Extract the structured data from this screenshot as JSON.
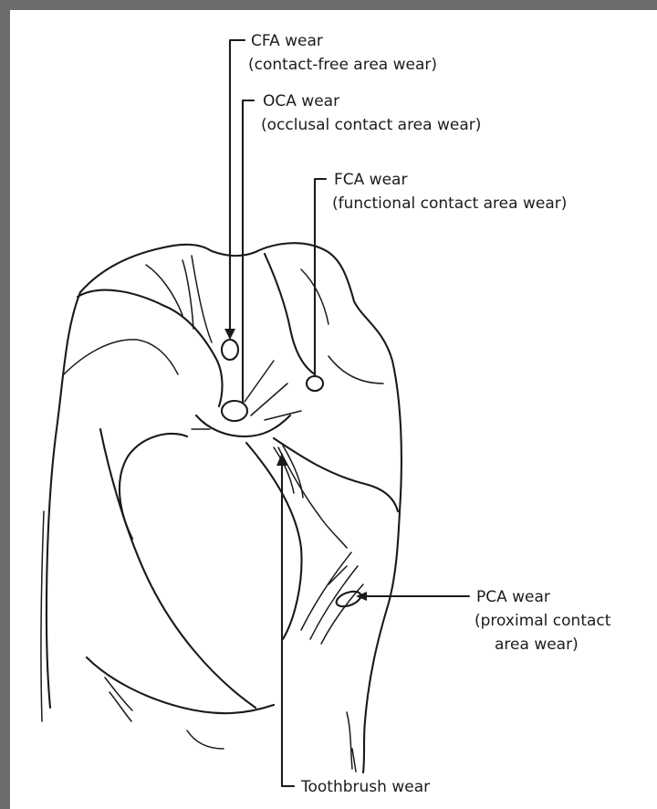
{
  "labels": {
    "cfa": {
      "line1": "CFA wear",
      "line2": "(contact-free area wear)"
    },
    "oca": {
      "line1": "OCA wear",
      "line2": "(occlusal contact area wear)"
    },
    "fca": {
      "line1": "FCA wear",
      "line2": "(functional contact area wear)"
    },
    "pca": {
      "line1": "PCA wear",
      "line2": "(proximal contact",
      "line3": "area wear)"
    },
    "toothbrush": {
      "line1": "Toothbrush wear"
    }
  },
  "colors": {
    "ink": "#1a1a1a",
    "frame": "#6d6d6d",
    "background": "#ffffff"
  }
}
